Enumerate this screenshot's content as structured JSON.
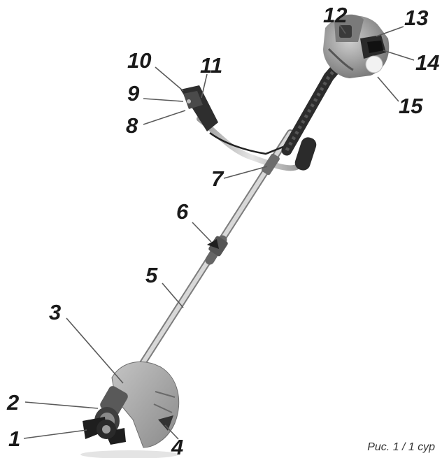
{
  "figure": {
    "caption": "Рис. 1 / 1 сур",
    "callouts": [
      "1",
      "2",
      "3",
      "4",
      "5",
      "6",
      "7",
      "8",
      "9",
      "10",
      "11",
      "12",
      "13",
      "14",
      "15"
    ],
    "colors": {
      "shaft": "#b9b9b9",
      "handle": "#2b2b2b",
      "engine": "#8d8d8d",
      "guard": "#a7a7a7",
      "label": "#1a1a1a"
    }
  }
}
